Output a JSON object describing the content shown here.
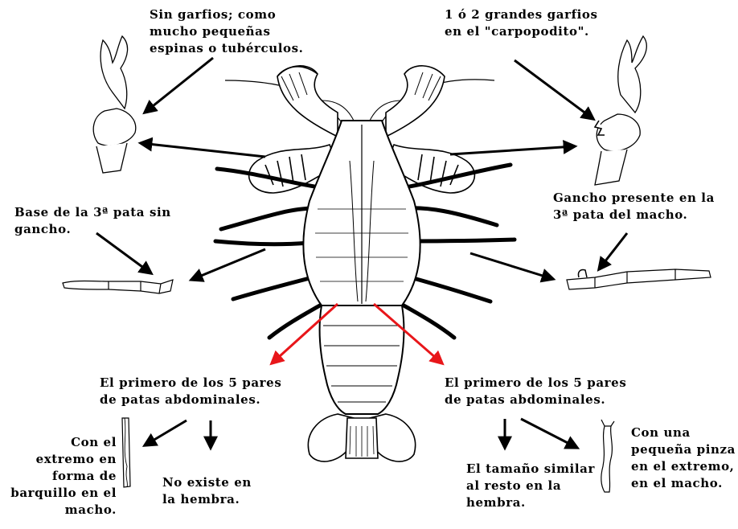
{
  "labels": {
    "sin_garfios": "Sin garfios; como\nmucho pequeñas\nespinas o tubérculos.",
    "grandes_garfios": "1 ó 2 grandes garfios\nen el \"carpopodito\".",
    "base_sin_gancho": "Base de la 3ª pata sin\ngancho.",
    "gancho_presente": "Gancho presente en la\n3ª pata del macho.",
    "primero_izq": "El primero de los 5 pares\nde patas abdominales.",
    "primero_der": "El primero de los 5 pares\nde patas abdominales.",
    "barquillo": "Con el\nextremo en\nforma de\nbarquillo en el\nmacho.",
    "no_existe": "No existe en\nla hembra.",
    "tamano_similar": "El tamaño similar\nal resto en la\nhembra.",
    "pequena_pinza": "Con una\npequeña pinza\nen el extremo,\nen el macho."
  },
  "colors": {
    "ink": "#000000",
    "highlight_arrow": "#e8161a",
    "background": "#ffffff"
  }
}
